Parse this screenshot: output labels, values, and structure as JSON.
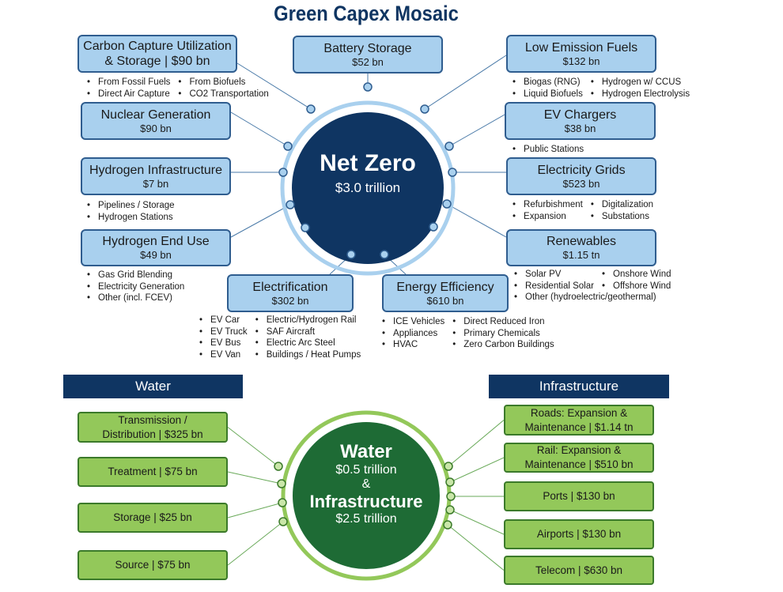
{
  "title": "Green Capex Mosaic",
  "net_zero": {
    "title": "Net Zero",
    "value": "$3.0 trillion",
    "boxes": [
      {
        "h": "Carbon Capture Utilization",
        "v": "& Storage | $90 bn",
        "bullets": [
          "From Fossil Fuels",
          "From Biofuels",
          "Direct Air Capture",
          "CO2 Transportation"
        ]
      },
      {
        "h": "Battery Storage",
        "v": "$52 bn",
        "bullets": []
      },
      {
        "h": "Low Emission Fuels",
        "v": "$132 bn",
        "bullets": [
          "Biogas (RNG)",
          "Hydrogen w/ CCUS",
          "Liquid Biofuels",
          "Hydrogen Electrolysis"
        ]
      },
      {
        "h": "Nuclear Generation",
        "v": "$90 bn",
        "bullets": []
      },
      {
        "h": "EV Chargers",
        "v": "$38 bn",
        "bullets": [
          "Public Stations"
        ]
      },
      {
        "h": "Hydrogen Infrastructure",
        "v": "$7 bn",
        "bullets": [
          "Pipelines / Storage",
          "Hydrogen Stations"
        ]
      },
      {
        "h": "Electricity Grids",
        "v": "$523 bn",
        "bullets": [
          "Refurbishment",
          "Digitalization",
          "Expansion",
          "Substations"
        ]
      },
      {
        "h": "Hydrogen End Use",
        "v": "$49 bn",
        "bullets": [
          "Gas Grid Blending",
          "Electricity Generation",
          "Other (incl. FCEV)"
        ]
      },
      {
        "h": "Renewables",
        "v": "$1.15 tn",
        "bullets": [
          "Solar PV",
          "Onshore Wind",
          "Residential Solar",
          "Offshore Wind",
          "Other (hydroelectric/geothermal)"
        ]
      },
      {
        "h": "Electrification",
        "v": "$302 bn",
        "bullets": [
          "EV Car",
          "Electric/Hydrogen Rail",
          "EV Truck",
          "SAF Aircraft",
          "EV Bus",
          "Electric Arc Steel",
          "EV Van",
          "Buildings / Heat Pumps"
        ]
      },
      {
        "h": "Energy Efficiency",
        "v": "$610 bn",
        "bullets": [
          "ICE Vehicles",
          "Direct Reduced Iron",
          "Appliances",
          "Primary Chemicals",
          "HVAC",
          "Zero Carbon Buildings"
        ]
      }
    ]
  },
  "water_header": "Water",
  "infra_header": "Infrastructure",
  "wi": {
    "t1": "Water",
    "v1": "$0.5 trillion",
    "amp": "&",
    "t2": "Infrastructure",
    "v2": "$2.5 trillion"
  },
  "water": [
    {
      "a": "Transmission /",
      "b": "Distribution | $325 bn"
    },
    {
      "a": "Treatment | $75 bn"
    },
    {
      "a": "Storage | $25 bn"
    },
    {
      "a": "Source | $75 bn"
    }
  ],
  "infra": [
    {
      "a": "Roads: Expansion &",
      "b": "Maintenance | $1.14 tn"
    },
    {
      "a": "Rail: Expansion &",
      "b": "Maintenance | $510 bn"
    },
    {
      "a": "Ports | $130 bn"
    },
    {
      "a": "Airports | $130 bn"
    },
    {
      "a": "Telecom | $630 bn"
    }
  ],
  "colors": {
    "navy": "#0f3562",
    "light_blue": "#a9d0ee",
    "green": "#93c85a",
    "dark_green": "#1e6b35"
  }
}
